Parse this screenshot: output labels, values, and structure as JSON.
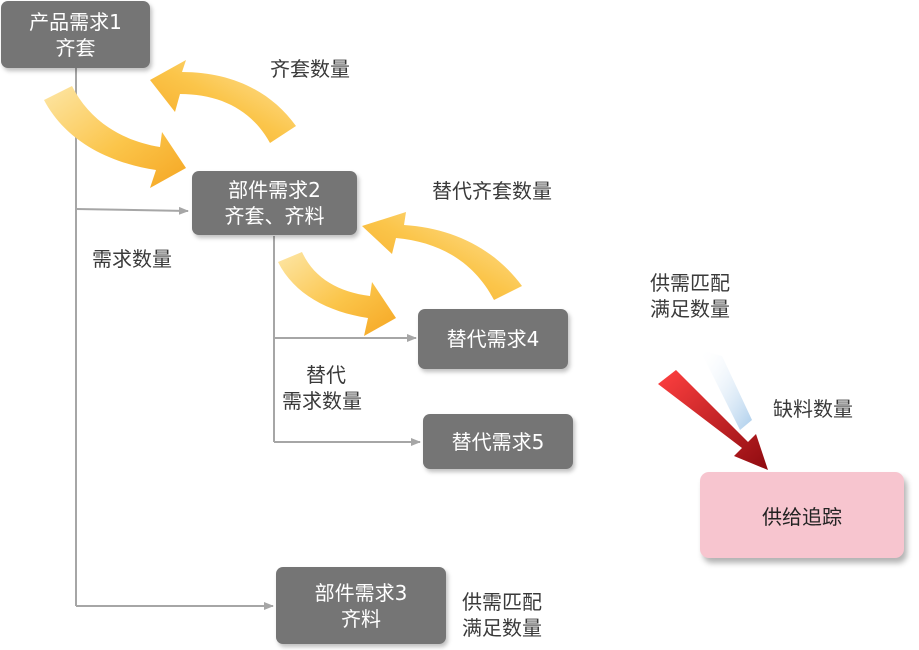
{
  "nodes": {
    "product_demand": {
      "line1": "产品需求1",
      "line2": "齐套"
    },
    "part_demand_2": {
      "line1": "部件需求2",
      "line2": "齐套、齐料"
    },
    "alt_demand_4": {
      "line1": "替代需求4"
    },
    "alt_demand_5": {
      "line1": "替代需求5"
    },
    "part_demand_3": {
      "line1": "部件需求3",
      "line2": "齐料"
    },
    "supply_tracking": {
      "line1": "供给追踪"
    }
  },
  "labels": {
    "kit_qty": "齐套数量",
    "alt_kit_qty": "替代齐套数量",
    "demand_qty": "需求数量",
    "alt_demand_qty": {
      "line1": "替代",
      "line2": "需求数量"
    },
    "match_qty_right": {
      "line1": "供需匹配",
      "line2": "满足数量"
    },
    "shortage_qty": "缺料数量",
    "match_qty_bottom": {
      "line1": "供需匹配",
      "line2": "满足数量"
    }
  },
  "colors": {
    "node_gray": "#757575",
    "connector": "#a6a6a6",
    "arrow_yellow": "#f9b531",
    "arrow_red": "#c0101a",
    "supply_pink": "#f7c5cf"
  }
}
